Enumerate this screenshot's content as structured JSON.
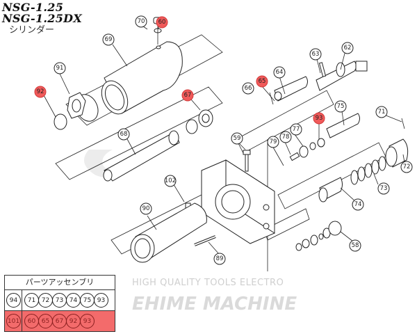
{
  "header": {
    "model_1": "NSG-1.25",
    "model_2": "NSG-1.25DX",
    "subtitle": "シリンダー"
  },
  "watermark": {
    "line1": "HIGH QUALITY TOOLS ELECTRO",
    "line2": "EHIME MACHINE"
  },
  "colors": {
    "highlight": "#f05a5a",
    "table_highlight_row": "#f36b6b"
  },
  "callouts": [
    {
      "id": "60",
      "highlighted": true
    },
    {
      "id": "70",
      "highlighted": false
    },
    {
      "id": "69",
      "highlighted": false
    },
    {
      "id": "91",
      "highlighted": false
    },
    {
      "id": "92",
      "highlighted": true
    },
    {
      "id": "67",
      "highlighted": true
    },
    {
      "id": "68",
      "highlighted": false
    },
    {
      "id": "59",
      "highlighted": false
    },
    {
      "id": "102",
      "highlighted": false
    },
    {
      "id": "90",
      "highlighted": false
    },
    {
      "id": "89",
      "highlighted": false
    },
    {
      "id": "63",
      "highlighted": false
    },
    {
      "id": "62",
      "highlighted": false
    },
    {
      "id": "64",
      "highlighted": false
    },
    {
      "id": "65",
      "highlighted": true
    },
    {
      "id": "66",
      "highlighted": false
    },
    {
      "id": "93",
      "highlighted": true
    },
    {
      "id": "75",
      "highlighted": false
    },
    {
      "id": "77",
      "highlighted": false
    },
    {
      "id": "78",
      "highlighted": false
    },
    {
      "id": "79",
      "highlighted": false
    },
    {
      "id": "71",
      "highlighted": false
    },
    {
      "id": "72",
      "highlighted": false
    },
    {
      "id": "73",
      "highlighted": false
    },
    {
      "id": "74",
      "highlighted": false
    },
    {
      "id": "58",
      "highlighted": false
    }
  ],
  "assembly_table": {
    "header": "パーツアッセンブリ",
    "rows": [
      {
        "key": "94",
        "parts": [
          "71",
          "72",
          "73",
          "74",
          "75",
          "93"
        ],
        "highlighted": false
      },
      {
        "key": "101",
        "parts": [
          "60",
          "65",
          "67",
          "92",
          "93"
        ],
        "highlighted": true
      }
    ]
  }
}
